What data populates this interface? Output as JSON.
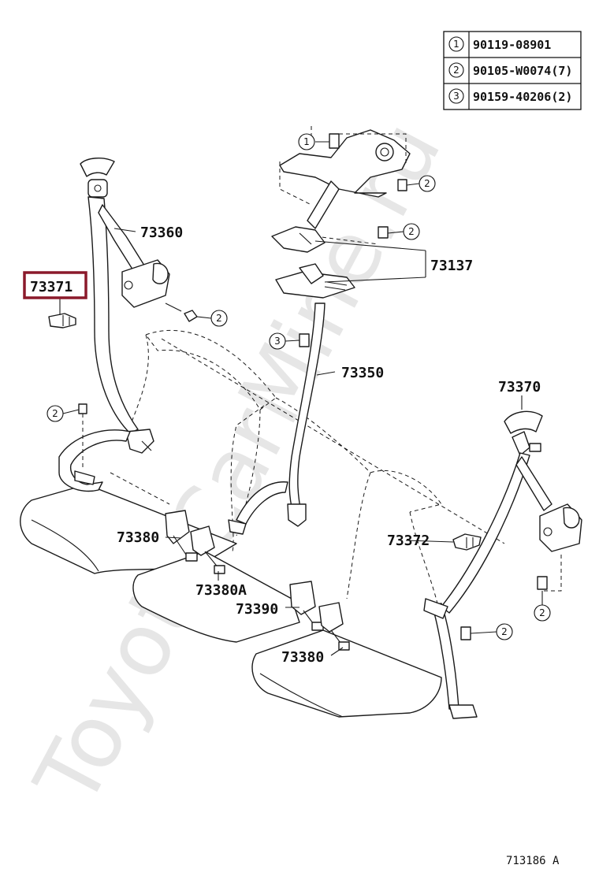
{
  "watermark": "ToyotaCarMine.ru",
  "legend": [
    {
      "marker": "1",
      "part_no": "90119-08901"
    },
    {
      "marker": "2",
      "part_no": "90105-W0074(7)"
    },
    {
      "marker": "3",
      "part_no": "90159-40206(2)"
    }
  ],
  "labels": {
    "l73360": "73360",
    "l73371": "73371",
    "l73137": "73137",
    "l73350": "73350",
    "l73370": "73370",
    "l73380_left": "73380",
    "l73380a": "73380A",
    "l73372": "73372",
    "l73390": "73390",
    "l73380_bottom": "73380"
  },
  "markers": {
    "m1": "1",
    "m2": "2",
    "m3": "3"
  },
  "highlight_color": "#8b1a2b",
  "diagram_code": "713186 A"
}
